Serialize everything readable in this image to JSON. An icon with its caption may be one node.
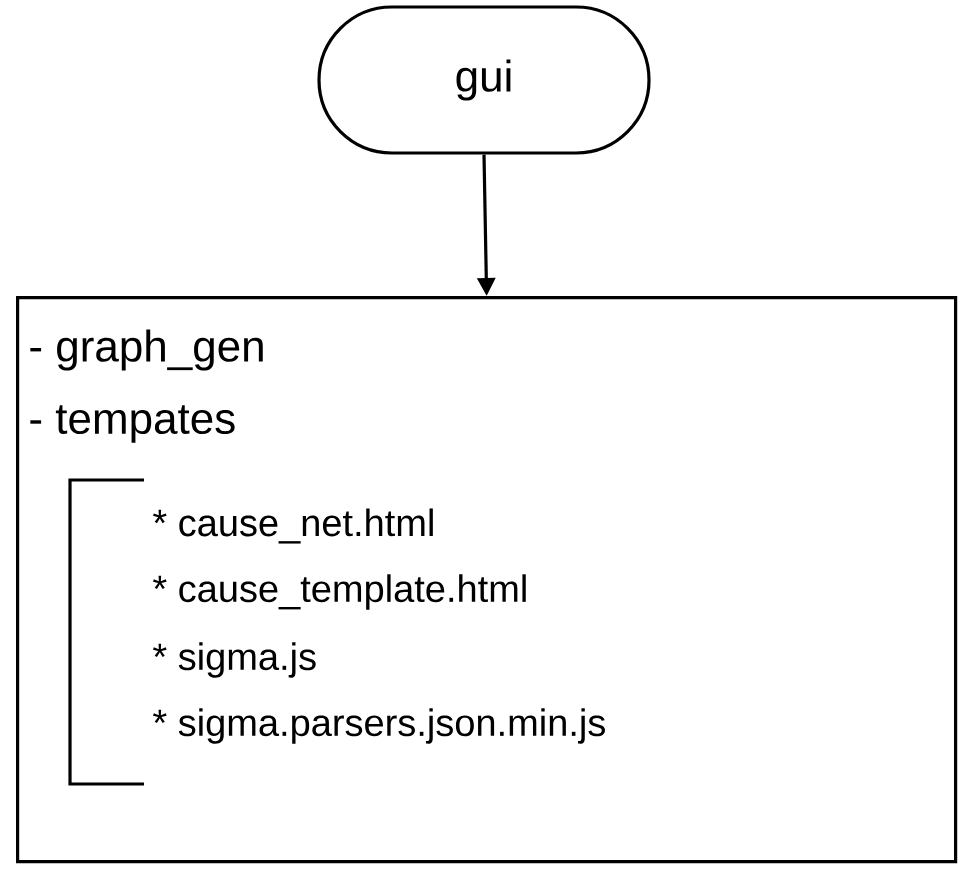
{
  "diagram": {
    "nodes": [
      {
        "text": [
          "gui"
        ]
      },
      {
        "text": [
          "- graph_gen",
          "- tempates",
          "* cause_net.html",
          "* cause_template.html",
          "* sigma.js",
          "* sigma.parsers.json.min.js"
        ]
      }
    ],
    "edges": [
      {
        "from": 0,
        "to": 1,
        "arrow": "to"
      }
    ]
  }
}
